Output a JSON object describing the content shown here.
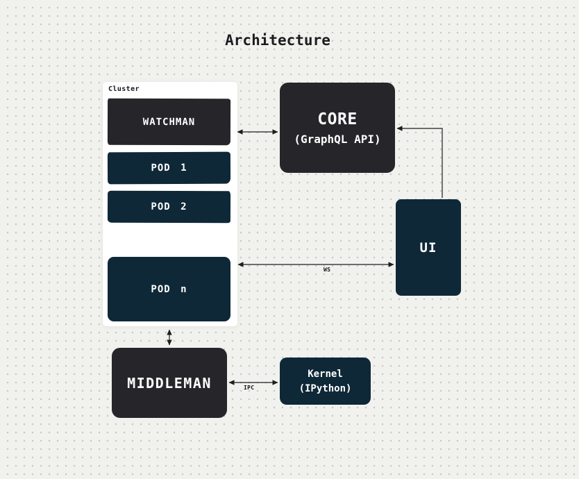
{
  "title": "Architecture",
  "cluster": {
    "label": "Cluster",
    "nodes": [
      {
        "label": "WATCHMAN"
      },
      {
        "label": "POD 1"
      },
      {
        "label": "POD 2"
      },
      {
        "label": "POD n"
      }
    ]
  },
  "nodes": {
    "core": {
      "title": "CORE",
      "subtitle": "(GraphQL API)"
    },
    "ui": {
      "label": "UI"
    },
    "middleman": {
      "label": "MIDDLEMAN"
    },
    "kernel": {
      "title": "Kernel",
      "subtitle": "(IPython)"
    }
  },
  "edge_labels": {
    "ws": "WS",
    "ipc": "IPC"
  },
  "colors": {
    "charcoal_node": "#26262a",
    "navy_node": "#0e2838",
    "arrow": "#1e1e1e",
    "canvas_background": "#f1f1ee",
    "dot_grid": "#c7c7c4",
    "cluster_background": "#ffffff"
  }
}
